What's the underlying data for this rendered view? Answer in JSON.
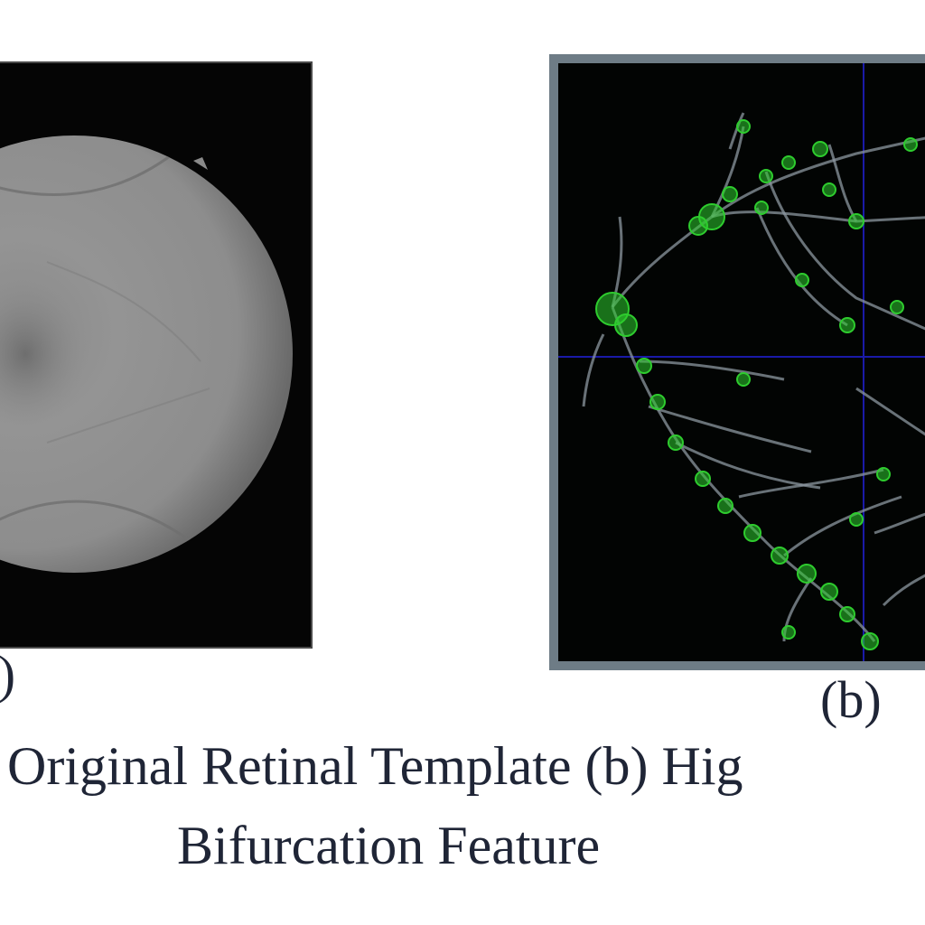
{
  "figure": {
    "panel_a_label": "a)",
    "panel_b_label": "(b)",
    "caption_line_1": "Original Retinal Template (b) Hig",
    "caption_line_2": "Bifurcation Feature"
  },
  "colors": {
    "background": "#ffffff",
    "fundus_gray": "#8f8f8f",
    "vessel_gray": "#8c97a0",
    "bifurcation_green": "#2ecc2e",
    "crosshair_blue": "#1a1aa8",
    "frame_gray": "#6e7c86"
  }
}
